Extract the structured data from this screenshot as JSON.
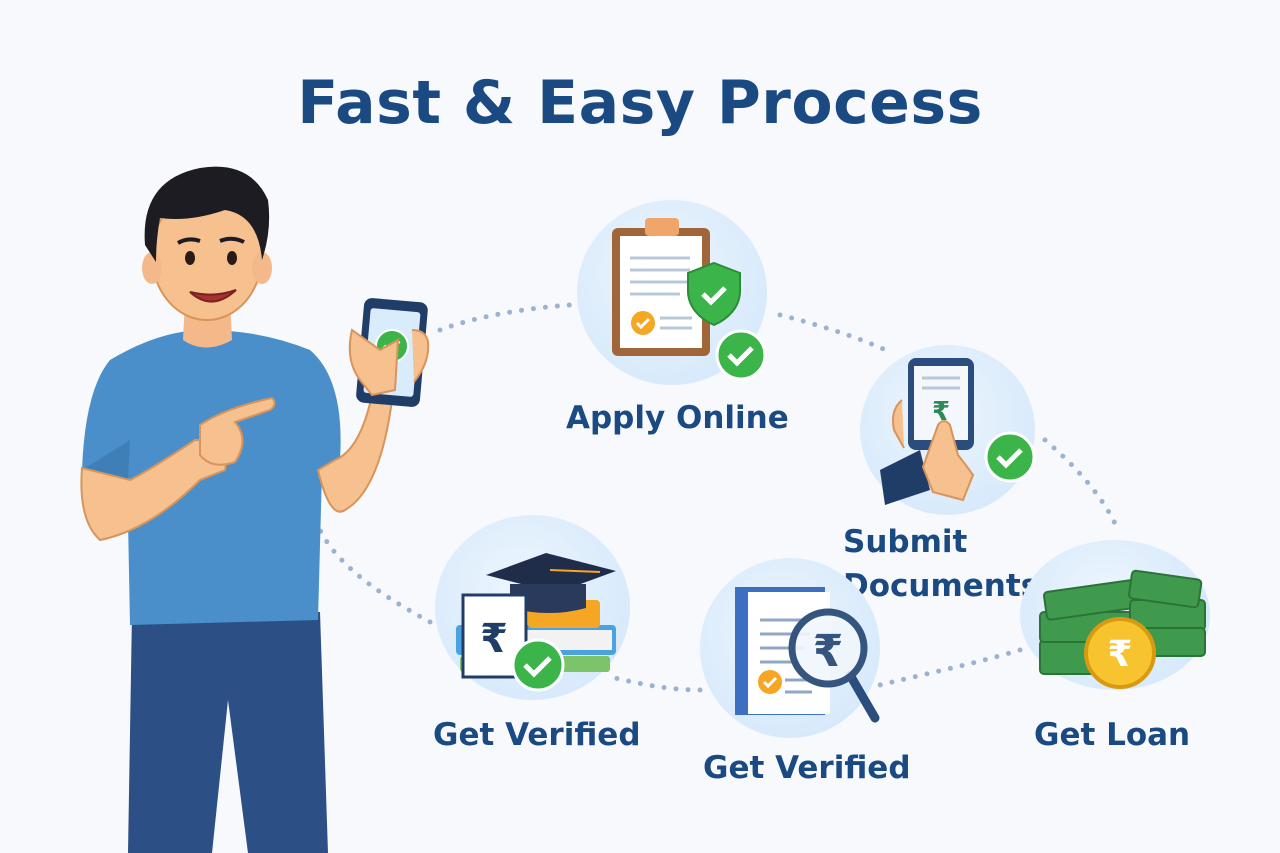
{
  "title": "Fast & Easy Process",
  "steps": [
    {
      "label": "Apply Online",
      "icon": "clipboard-shield-icon"
    },
    {
      "label_line1": "Submit",
      "label_line2": "Documents",
      "icon": "phone-tap-icon"
    },
    {
      "label": "Get Loan",
      "icon": "money-stack-rupee-icon"
    },
    {
      "label": "Get Verified",
      "icon": "graduation-books-rupee-icon"
    },
    {
      "label": "Get Verified",
      "icon": "document-magnifier-rupee-icon"
    }
  ],
  "symbols": {
    "rupee": "₹"
  },
  "colors": {
    "title": "#1b4a82",
    "check": "#3bb54a",
    "accent": "#f5a623",
    "shirt": "#4a8fc9",
    "pants": "#2c4f86"
  }
}
